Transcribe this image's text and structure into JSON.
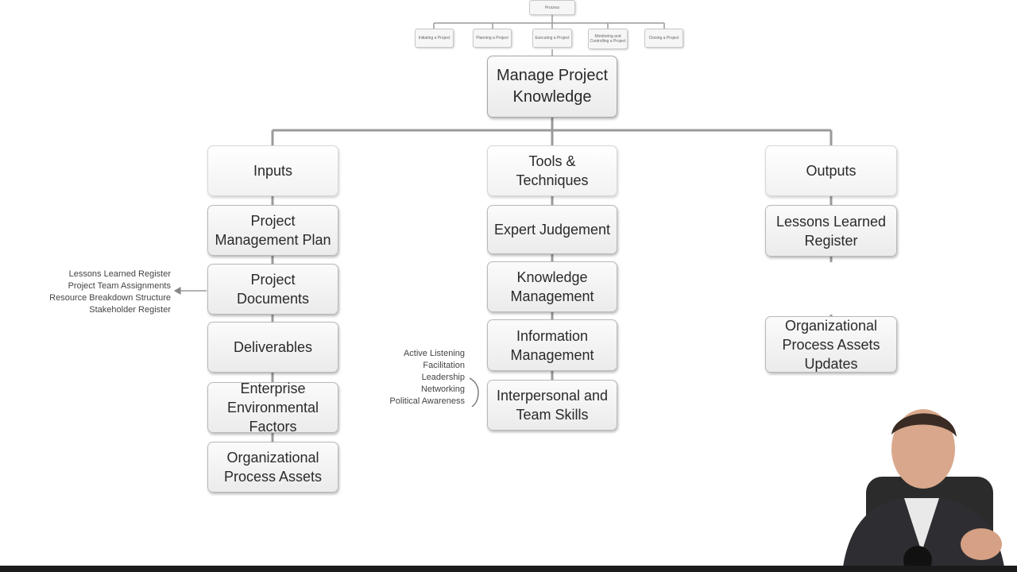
{
  "top_tree": {
    "root": "Process",
    "children": [
      "Initiating a Project",
      "Planning a Project",
      "Executing a Project",
      "Monitoring and Controlling a Project",
      "Closing a Project"
    ]
  },
  "main_process": "Manage Project\nKnowledge",
  "categories": {
    "inputs": "Inputs",
    "tools": "Tools &\nTechniques",
    "outputs": "Outputs"
  },
  "inputs": [
    "Project\nManagement Plan",
    "Project\nDocuments",
    "Deliverables",
    "Enterprise\nEnvironmental\nFactors",
    "Organizational\nProcess Assets"
  ],
  "tools": [
    "Expert Judgement",
    "Knowledge\nManagement",
    "Information\nManagement",
    "Interpersonal and\nTeam Skills"
  ],
  "outputs": [
    "Lessons Learned\nRegister",
    "Organizational\nProcess Assets\nUpdates"
  ],
  "project_documents_notes": [
    "Lessons Learned Register",
    "Project Team Assignments",
    "Resource Breakdown Structure",
    "Stakeholder Register"
  ],
  "interpersonal_skills_notes": [
    "Active Listening",
    "Facilitation",
    "Leadership",
    "Networking",
    "Political Awareness"
  ],
  "colors": {
    "connector": "#9a9a9a",
    "box_border": "#b9b9b9",
    "pen": "#3a3a3a"
  }
}
